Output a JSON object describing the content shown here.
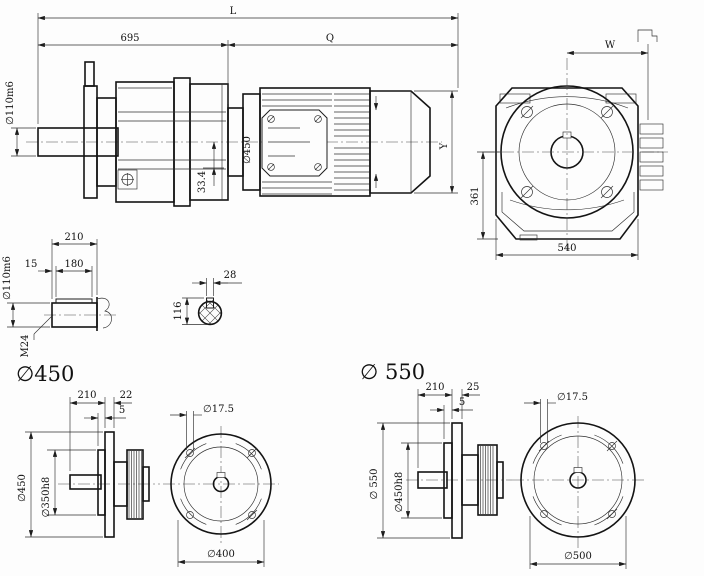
{
  "main_view": {
    "dim_overall": "L",
    "dim_reducer_length": "695",
    "dim_motor_length": "Q",
    "dim_shaft_dia": "∅110m6",
    "dim_key_height": "33.4",
    "dim_motor_flange_dia": "∅450",
    "dim_motor_height": "Y"
  },
  "end_view": {
    "dim_center_width": "W",
    "dim_center_height": "361",
    "dim_base_width": "540"
  },
  "shaft_detail": {
    "dim_length": "210",
    "dim_key_offset": "15",
    "dim_key_length": "180",
    "dim_dia": "∅110m6",
    "thread": "M24"
  },
  "key_section": {
    "dim_key_width": "28",
    "dim_height": "116"
  },
  "flange_450": {
    "title": "∅450",
    "dim_shaft_len": "210",
    "dim_flange_thk": "22",
    "dim_spigot_step": "5",
    "dim_outer_dia": "∅450",
    "dim_spigot_dia": "∅350h8",
    "dim_hole_dia": "∅17.5",
    "dim_bolt_circle": "∅400"
  },
  "flange_550": {
    "title": "∅ 550",
    "dim_shaft_len": "210",
    "dim_flange_thk": "25",
    "dim_spigot_step": "5",
    "dim_outer_dia": "∅ 550",
    "dim_spigot_dia": "∅450h8",
    "dim_hole_dia": "∅17.5",
    "dim_bolt_circle": "∅500"
  }
}
